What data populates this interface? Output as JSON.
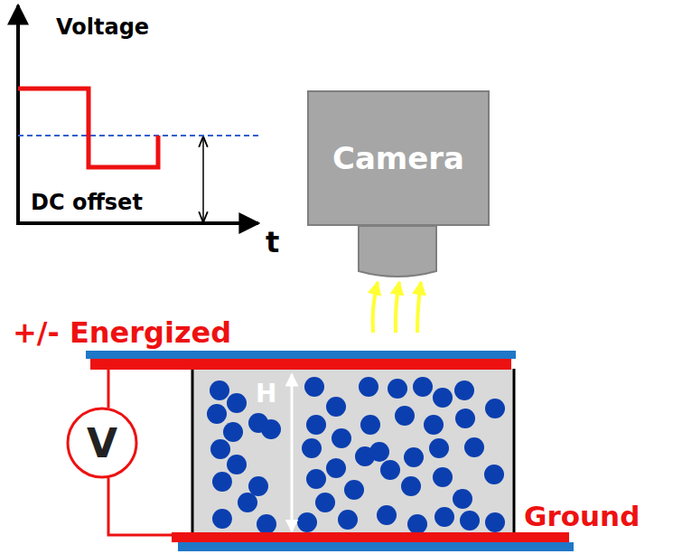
{
  "diagram": {
    "nodes": [
      {
        "text": [
          "Camera"
        ]
      },
      {
        "text": [
          "V"
        ]
      }
    ],
    "labels": [
      "Voltage",
      "t",
      "DC offset",
      "+/- Energized",
      "H",
      "Ground"
    ]
  }
}
